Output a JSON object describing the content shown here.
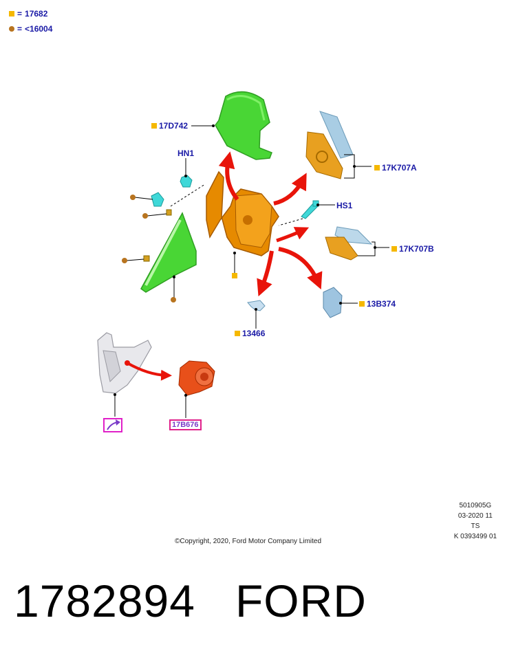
{
  "legend": {
    "square_value": "17682",
    "dot_value": "<16004",
    "equals": "="
  },
  "callouts": {
    "mirror_cover": "17D742",
    "hn1": "HN1",
    "glass_a": "17K707A",
    "hs1": "HS1",
    "glass_b": "17K707B",
    "lamp_cover": "13B374",
    "clip": "13466",
    "lamp": "17B676"
  },
  "meta": {
    "line1": "5010905G",
    "line2": "03-2020 11",
    "line3": "TS",
    "line4": "K 0393499 01"
  },
  "copyright": "©Copyright, 2020, Ford Motor Company Limited",
  "part_line": "1782894   FORD",
  "colors": {
    "square_marker": "#f5b800",
    "dot_marker": "#b8741f",
    "label_text": "#1a1aa6",
    "arrow_red": "#e8140a",
    "green_part": "#49d635",
    "orange_part": "#e68a00",
    "blue_part": "#8fb8d8",
    "lamp_orange": "#e8501a"
  },
  "icons": {
    "legend_square": "square-marker-icon",
    "legend_dot": "dot-marker-icon",
    "link_arrow": "link-arrow-icon"
  }
}
